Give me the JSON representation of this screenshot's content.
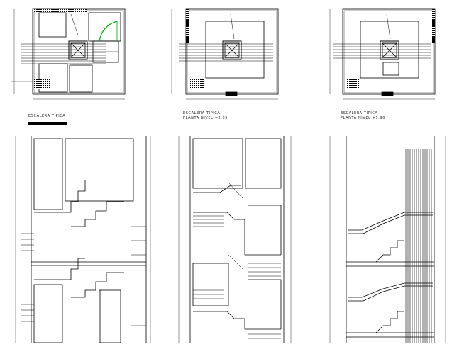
{
  "drawing_type": "CAD architectural drawing sheet - typical stair plans and sections",
  "colors": {
    "line": "#000000",
    "background": "#ffffff",
    "door_swing": "#00aa00"
  },
  "plans": [
    {
      "caption_line1": "ESCALERA TIPICA",
      "caption_line2": ""
    },
    {
      "caption_line1": "ESCALERA TIPICA",
      "caption_line2": "PLANTA NIVEL +2.95"
    },
    {
      "caption_line1": "ESCALERA TIPICA",
      "caption_line2": "PLANTA NIVEL +5.90"
    }
  ]
}
